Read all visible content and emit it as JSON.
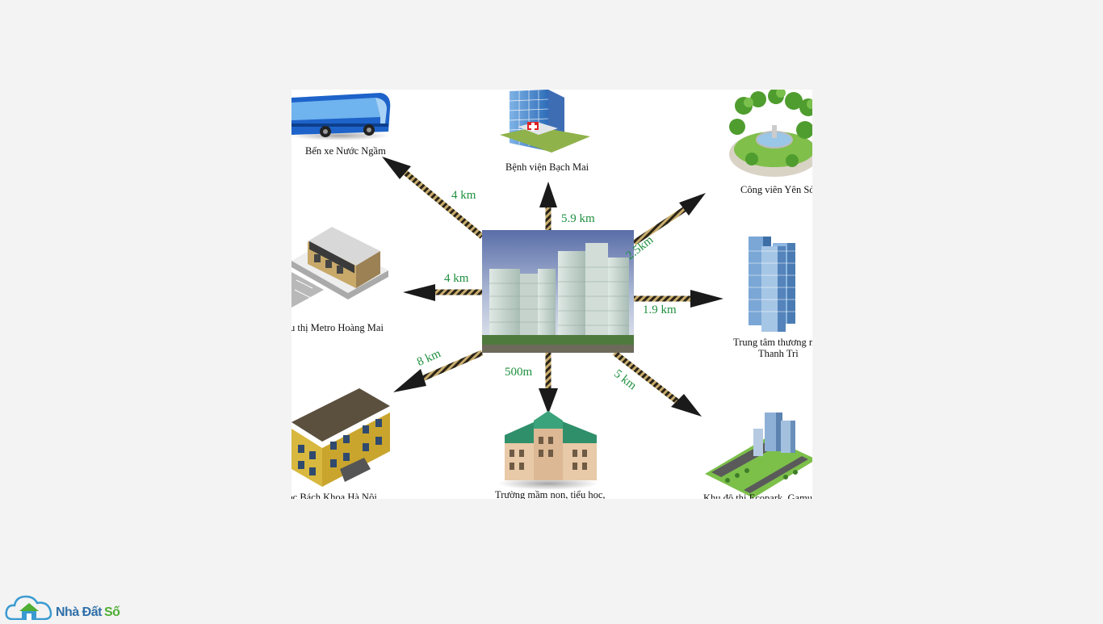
{
  "diagram": {
    "labels": {
      "bus_station": "Bến xe Nước Ngầm",
      "hospital": "Bệnh viện Bạch Mai",
      "park": "Công viên Yên Sở",
      "supermarket": "Siêu thị Metro Hoàng Mai",
      "mall_line1": "Trung tâm thương mại",
      "mall_line2": "Thanh Trì",
      "university": "Đại học Bách Khoa Hà Nội",
      "school": "Trường mầm non, tiểu học,",
      "urban_area": "Khu đô thị Ecopark, Gamuda"
    },
    "distances": {
      "bus_station": "4 km",
      "hospital": "5.9 km",
      "park": "2.5km",
      "supermarket": "4 km",
      "mall": "1.9 km",
      "university": "8 km",
      "school": "500m",
      "urban_area": "5 km"
    },
    "colors": {
      "distance_text": "#1e8f3e",
      "arrow_head": "#1a1a1a",
      "arrow_shaft": "#b5975a"
    }
  },
  "logo": {
    "word1": "Nhà Đất",
    "word2": "Số"
  }
}
